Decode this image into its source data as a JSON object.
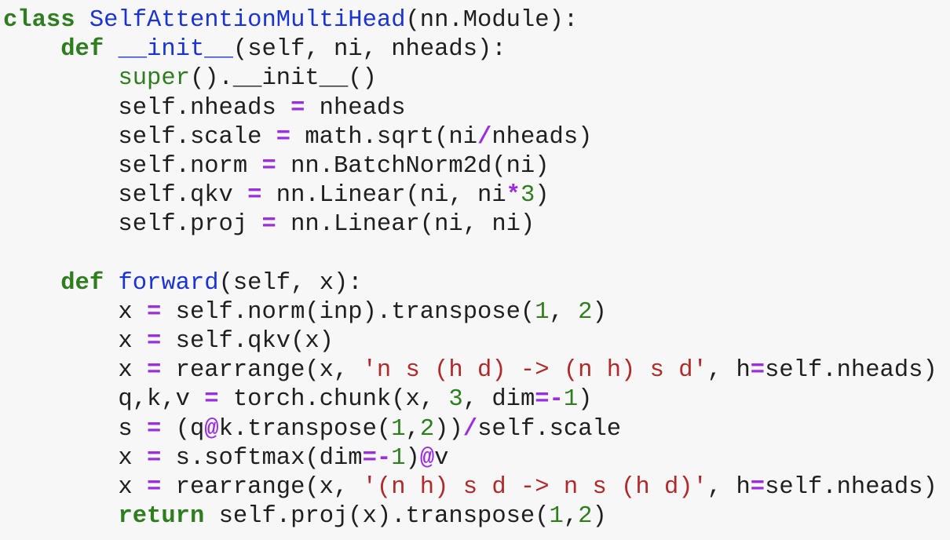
{
  "code": {
    "lines": [
      [
        {
          "t": "class",
          "c": "keyword"
        },
        {
          "t": " ",
          "c": "plain"
        },
        {
          "t": "SelfAttentionMultiHead",
          "c": "def"
        },
        {
          "t": "(nn.Module):",
          "c": "plain"
        }
      ],
      [
        {
          "t": "    ",
          "c": "plain"
        },
        {
          "t": "def",
          "c": "keyword"
        },
        {
          "t": " ",
          "c": "plain"
        },
        {
          "t": "__init__",
          "c": "def"
        },
        {
          "t": "(self, ni, nheads):",
          "c": "plain"
        }
      ],
      [
        {
          "t": "        ",
          "c": "plain"
        },
        {
          "t": "super",
          "c": "builtin"
        },
        {
          "t": "().__init__()",
          "c": "plain"
        }
      ],
      [
        {
          "t": "        self.nheads ",
          "c": "plain"
        },
        {
          "t": "=",
          "c": "op"
        },
        {
          "t": " nheads",
          "c": "plain"
        }
      ],
      [
        {
          "t": "        self.scale ",
          "c": "plain"
        },
        {
          "t": "=",
          "c": "op"
        },
        {
          "t": " math.sqrt(ni",
          "c": "plain"
        },
        {
          "t": "/",
          "c": "op"
        },
        {
          "t": "nheads)",
          "c": "plain"
        }
      ],
      [
        {
          "t": "        self.norm ",
          "c": "plain"
        },
        {
          "t": "=",
          "c": "op"
        },
        {
          "t": " nn.BatchNorm2d(ni)",
          "c": "plain"
        }
      ],
      [
        {
          "t": "        self.qkv ",
          "c": "plain"
        },
        {
          "t": "=",
          "c": "op"
        },
        {
          "t": " nn.Linear(ni, ni",
          "c": "plain"
        },
        {
          "t": "*",
          "c": "op"
        },
        {
          "t": "3",
          "c": "number"
        },
        {
          "t": ")",
          "c": "plain"
        }
      ],
      [
        {
          "t": "        self.proj ",
          "c": "plain"
        },
        {
          "t": "=",
          "c": "op"
        },
        {
          "t": " nn.Linear(ni, ni)",
          "c": "plain"
        }
      ],
      [],
      [
        {
          "t": "    ",
          "c": "plain"
        },
        {
          "t": "def",
          "c": "keyword"
        },
        {
          "t": " ",
          "c": "plain"
        },
        {
          "t": "forward",
          "c": "def"
        },
        {
          "t": "(self, x):",
          "c": "plain"
        }
      ],
      [
        {
          "t": "        x ",
          "c": "plain"
        },
        {
          "t": "=",
          "c": "op"
        },
        {
          "t": " self.norm(inp).transpose(",
          "c": "plain"
        },
        {
          "t": "1",
          "c": "number"
        },
        {
          "t": ", ",
          "c": "plain"
        },
        {
          "t": "2",
          "c": "number"
        },
        {
          "t": ")",
          "c": "plain"
        }
      ],
      [
        {
          "t": "        x ",
          "c": "plain"
        },
        {
          "t": "=",
          "c": "op"
        },
        {
          "t": " self.qkv(x)",
          "c": "plain"
        }
      ],
      [
        {
          "t": "        x ",
          "c": "plain"
        },
        {
          "t": "=",
          "c": "op"
        },
        {
          "t": " rearrange(x, ",
          "c": "plain"
        },
        {
          "t": "'n s (h d) -> (n h) s d'",
          "c": "string"
        },
        {
          "t": ", h",
          "c": "plain"
        },
        {
          "t": "=",
          "c": "op"
        },
        {
          "t": "self.nheads)",
          "c": "plain"
        }
      ],
      [
        {
          "t": "        q,k,v ",
          "c": "plain"
        },
        {
          "t": "=",
          "c": "op"
        },
        {
          "t": " torch.chunk(x, ",
          "c": "plain"
        },
        {
          "t": "3",
          "c": "number"
        },
        {
          "t": ", dim",
          "c": "plain"
        },
        {
          "t": "=-",
          "c": "op"
        },
        {
          "t": "1",
          "c": "number"
        },
        {
          "t": ")",
          "c": "plain"
        }
      ],
      [
        {
          "t": "        s ",
          "c": "plain"
        },
        {
          "t": "=",
          "c": "op"
        },
        {
          "t": " (q",
          "c": "plain"
        },
        {
          "t": "@",
          "c": "op"
        },
        {
          "t": "k.transpose(",
          "c": "plain"
        },
        {
          "t": "1",
          "c": "number"
        },
        {
          "t": ",",
          "c": "plain"
        },
        {
          "t": "2",
          "c": "number"
        },
        {
          "t": "))",
          "c": "plain"
        },
        {
          "t": "/",
          "c": "op"
        },
        {
          "t": "self.scale",
          "c": "plain"
        }
      ],
      [
        {
          "t": "        x ",
          "c": "plain"
        },
        {
          "t": "=",
          "c": "op"
        },
        {
          "t": " s.softmax(dim",
          "c": "plain"
        },
        {
          "t": "=-",
          "c": "op"
        },
        {
          "t": "1",
          "c": "number"
        },
        {
          "t": ")",
          "c": "plain"
        },
        {
          "t": "@",
          "c": "op"
        },
        {
          "t": "v",
          "c": "plain"
        }
      ],
      [
        {
          "t": "        x ",
          "c": "plain"
        },
        {
          "t": "=",
          "c": "op"
        },
        {
          "t": " rearrange(x, ",
          "c": "plain"
        },
        {
          "t": "'(n h) s d -> n s (h d)'",
          "c": "string"
        },
        {
          "t": ", h",
          "c": "plain"
        },
        {
          "t": "=",
          "c": "op"
        },
        {
          "t": "self.nheads)",
          "c": "plain"
        }
      ],
      [
        {
          "t": "        ",
          "c": "plain"
        },
        {
          "t": "return",
          "c": "keyword"
        },
        {
          "t": " self.proj(x).transpose(",
          "c": "plain"
        },
        {
          "t": "1",
          "c": "number"
        },
        {
          "t": ",",
          "c": "plain"
        },
        {
          "t": "2",
          "c": "number"
        },
        {
          "t": ")",
          "c": "plain"
        }
      ]
    ]
  },
  "colors": {
    "background": "#f7f7f7",
    "keyword": "#2e7d1f",
    "definition": "#1a34d4",
    "operator": "#9b2fe0",
    "number": "#2e7d1f",
    "string": "#b02a2a",
    "text": "#1f1f1f"
  }
}
